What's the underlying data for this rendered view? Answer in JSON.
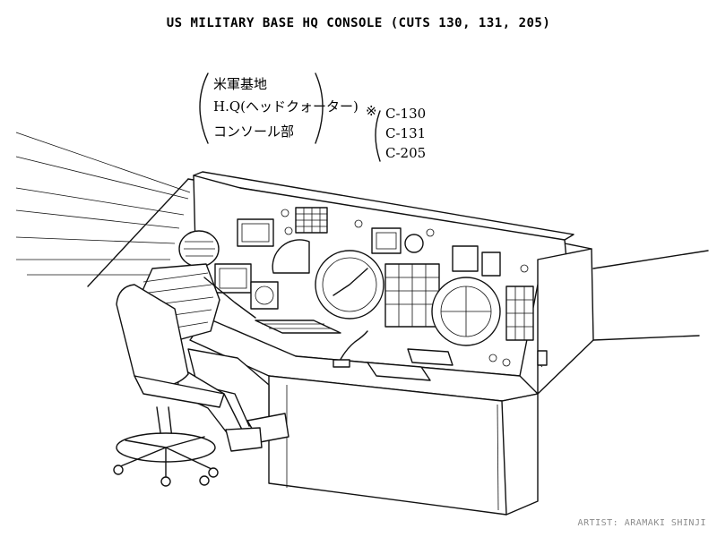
{
  "title": "US MILITARY BASE HQ CONSOLE (CUTS 130, 131, 205)",
  "credit": "ARTIST: ARAMAKI SHINJI",
  "japanese_note": {
    "line1": "米軍基地",
    "line2": "H.Q(ヘッドクォーター)",
    "line3": "コンソール部"
  },
  "cut_note": {
    "mark": "※",
    "cuts": [
      "C-130",
      "C-131",
      "C-205"
    ]
  }
}
